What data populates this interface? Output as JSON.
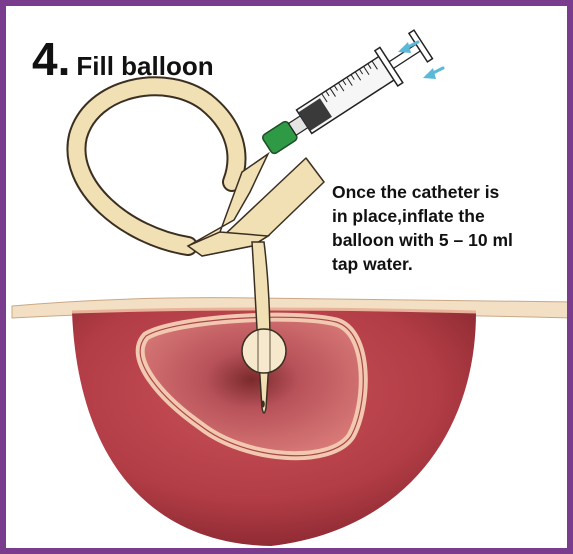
{
  "step": {
    "number": "4",
    "separator": ".",
    "title": "Fill balloon"
  },
  "instruction": {
    "lines": [
      "Once the catheter is",
      "in place,inflate the",
      "balloon with 5 – 10 ml",
      "tap water."
    ]
  },
  "colors": {
    "frame": "#7a3c8c",
    "catheter": "#f1e0b3",
    "catheter_outline": "#3b2f22",
    "syringe_tip": "#2f9a45",
    "tissue_dark": "#8c2a31",
    "tissue_mid": "#c24a52",
    "bladder": "#d26c6c",
    "bladder_wall": "#f0c0a6",
    "arrow": "#5bb8d9"
  },
  "icons": [
    "syringe",
    "plunger-arrows",
    "foley-catheter",
    "balloon",
    "bladder"
  ]
}
